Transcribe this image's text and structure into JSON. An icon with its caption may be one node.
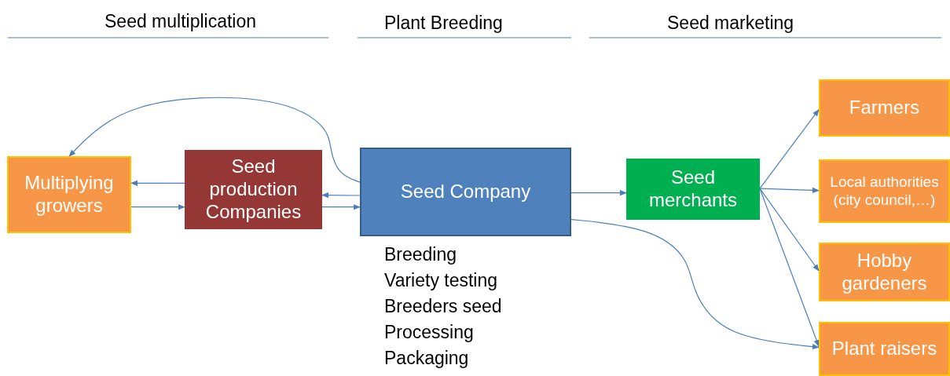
{
  "diagram": {
    "nodes": [
      {
        "text": [
          "Multiplying growers"
        ]
      },
      {
        "text": [
          "Seed production Companies"
        ]
      },
      {
        "text": [
          "Seed Company"
        ],
        "beside": [
          "Breeding",
          "Variety testing",
          "Breeders seed",
          "Processing",
          "Packaging"
        ]
      },
      {
        "text": [
          "Seed merchants"
        ]
      },
      {
        "text": [
          "Farmers"
        ]
      },
      {
        "text": [
          "Local authorities (city council,…)"
        ]
      },
      {
        "text": [
          "Hobby gardeners"
        ]
      },
      {
        "text": [
          "Plant raisers"
        ]
      }
    ],
    "edges": [
      {
        "from": 1,
        "to": 0,
        "arrow": "to"
      },
      {
        "from": 0,
        "to": 1,
        "arrow": "to"
      },
      {
        "from": 2,
        "to": 1,
        "arrow": "to"
      },
      {
        "from": 1,
        "to": 2,
        "arrow": "to"
      },
      {
        "from": 2,
        "to": 0,
        "arrow": "to"
      },
      {
        "from": 2,
        "to": 3,
        "arrow": "to"
      },
      {
        "from": 3,
        "to": 4,
        "arrow": "to"
      },
      {
        "from": 3,
        "to": 5,
        "arrow": "to"
      },
      {
        "from": 3,
        "to": 6,
        "arrow": "to"
      },
      {
        "from": 3,
        "to": 7,
        "arrow": "to"
      },
      {
        "from": 2,
        "to": 7,
        "arrow": "to"
      }
    ],
    "labels": [
      "Seed multiplication",
      "Plant Breeding",
      "Seed marketing"
    ]
  }
}
